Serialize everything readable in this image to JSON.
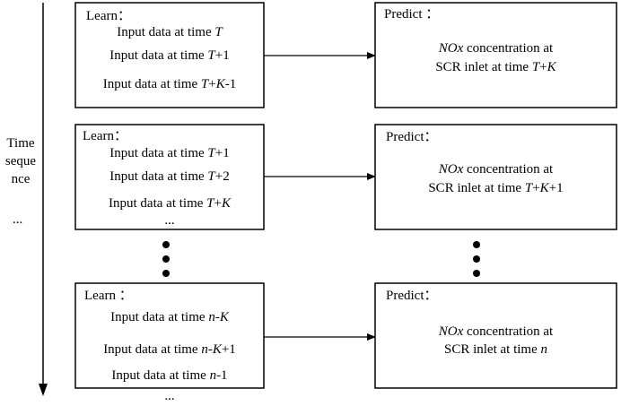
{
  "timeline": {
    "label_lines": [
      "Time",
      "seque",
      "nce"
    ],
    "ellipsis": "..."
  },
  "rows": [
    {
      "learn_label": "Learn：",
      "inputs": [
        {
          "prefix": "Input data at time ",
          "var": "T",
          "suffix": ""
        },
        {
          "prefix": "Input data at time ",
          "var": "T",
          "suffix": "+1"
        },
        {
          "prefix": "Input data at time ",
          "var": "T",
          "suffix": "+",
          "var2": "K",
          "suffix2": "-1"
        }
      ],
      "ellipsis": "",
      "predict_label": "Predict ：",
      "pred_line1_var": "NOx",
      "pred_line1_rest": " concentration at",
      "pred_line2_prefix": "SCR inlet at time ",
      "pred_line2_var": "T",
      "pred_line2_mid": "+",
      "pred_line2_var2": "K",
      "pred_line2_suffix": ""
    },
    {
      "learn_label": "Learn：",
      "inputs": [
        {
          "prefix": "Input data at time ",
          "var": "T",
          "suffix": "+1"
        },
        {
          "prefix": "Input data at time ",
          "var": "T",
          "suffix": "+2"
        },
        {
          "prefix": "Input data at time ",
          "var": "T",
          "suffix": "+",
          "var2": "K",
          "suffix2": ""
        }
      ],
      "ellipsis": "...",
      "predict_label": "Predict：",
      "pred_line1_var": "NOx",
      "pred_line1_rest": " concentration at",
      "pred_line2_prefix": "SCR inlet at time ",
      "pred_line2_var": "T",
      "pred_line2_mid": "+",
      "pred_line2_var2": "K",
      "pred_line2_suffix": "+1"
    },
    {
      "learn_label": "Learn ：",
      "inputs": [
        {
          "prefix": "Input data at time ",
          "var": "n",
          "suffix": "-",
          "var2": "K",
          "suffix2": ""
        },
        {
          "prefix": "Input data at time ",
          "var": "n",
          "suffix": "-",
          "var2": "K",
          "suffix2": "+1"
        },
        {
          "prefix": "Input data at time ",
          "var": "n",
          "suffix": "-1"
        }
      ],
      "ellipsis": "...",
      "predict_label": "Predict：",
      "pred_line1_var": "NOx",
      "pred_line1_rest": " concentration at",
      "pred_line2_prefix": "SCR inlet at time ",
      "pred_line2_var": "n",
      "pred_line2_mid": "",
      "pred_line2_var2": "",
      "pred_line2_suffix": ""
    }
  ]
}
